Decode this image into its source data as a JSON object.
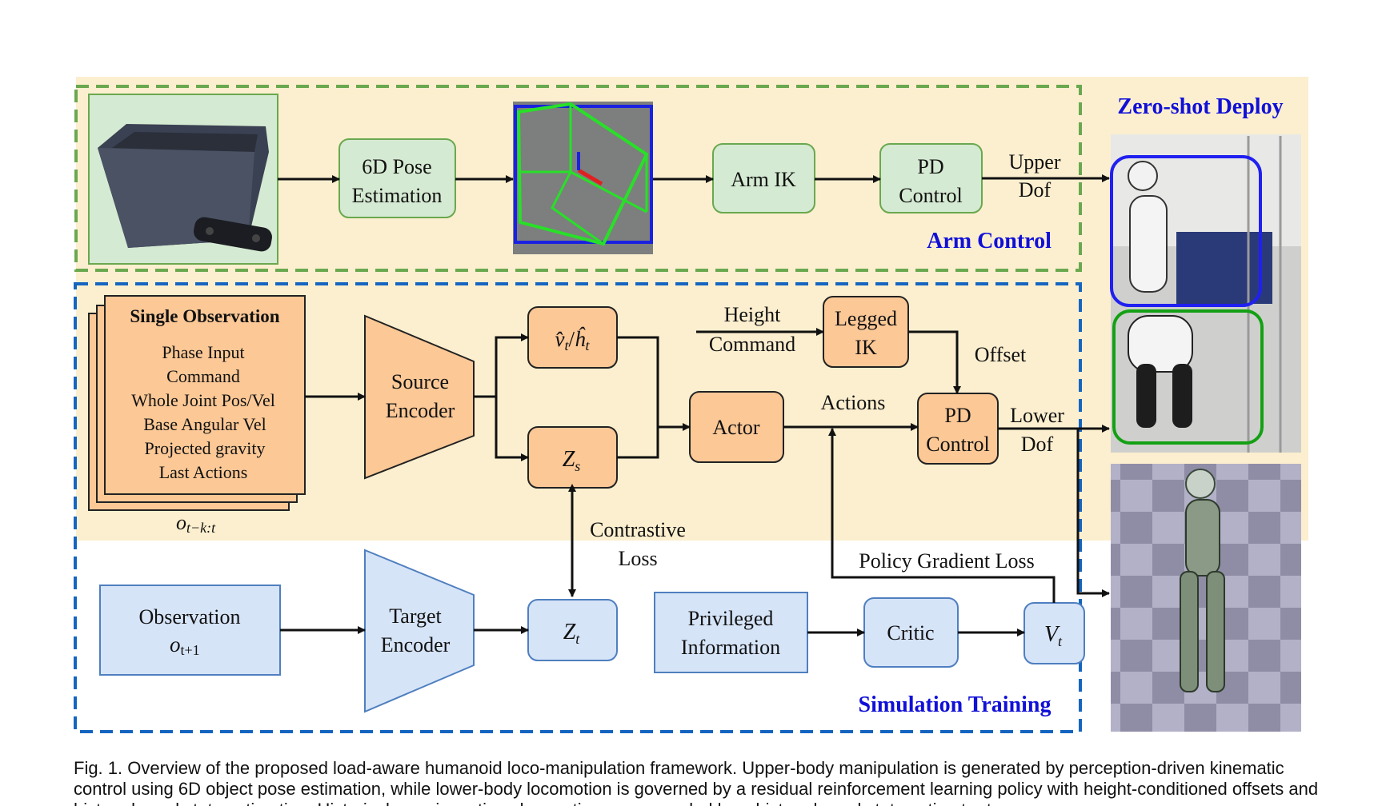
{
  "colors": {
    "panel_bg": "#fcefcf",
    "arm_border": "#6aa84f",
    "sim_border": "#1565c0",
    "green_box": "#d5ead2",
    "orange_box": "#fbc896",
    "blue_box": "#d6e4f8",
    "title_blue": "#1010d8"
  },
  "arm_section": {
    "title": "Arm Control",
    "pose_box": [
      "6D Pose",
      "Estimation"
    ],
    "arm_ik": "Arm IK",
    "pd_box": [
      "PD",
      "Control"
    ],
    "upper_dof": [
      "Upper",
      "Dof"
    ]
  },
  "deploy": {
    "title": "Zero-shot Deploy"
  },
  "policy_section": {
    "obs_title": "Single Observation",
    "obs_items": [
      "Phase Input",
      "Command",
      "Whole Joint Pos/Vel",
      "Base Angular Vel",
      "Projected gravity",
      "Last Actions"
    ],
    "obs_label": "o",
    "obs_sub": "t−k:t",
    "source_encoder": [
      "Source",
      "Encoder"
    ],
    "vh_pre": "v̂",
    "vh_t1": "t",
    "vh_mid": "/",
    "vh_h": "ĥ",
    "vh_t2": "t",
    "zs_main": "Z",
    "zs_sub": "s",
    "height_cmd": [
      "Height",
      "Command"
    ],
    "legged_ik": [
      "Legged",
      "IK"
    ],
    "offset": "Offset",
    "actor": "Actor",
    "actions": "Actions",
    "pd_box": [
      "PD",
      "Control"
    ],
    "lower_dof": [
      "Lower",
      "Dof"
    ]
  },
  "sim_section": {
    "title": "Simulation Training",
    "observation": "Observation",
    "obs_next": "o",
    "obs_next_sub": "t+1",
    "target_encoder": [
      "Target",
      "Encoder"
    ],
    "zt_main": "Z",
    "zt_sub": "t",
    "contrastive": [
      "Contrastive",
      "Loss"
    ],
    "privileged": [
      "Privileged",
      "Information"
    ],
    "critic": "Critic",
    "vt_main": "V",
    "vt_sub": "t",
    "pg_loss": "Policy Gradient Loss"
  },
  "caption": "Fig. 1.  Overview of the proposed load-aware humanoid loco-manipulation framework. Upper-body manipulation is generated by perception-driven kinematic control using 6D object pose estimation, while lower-body locomotion is governed by a residual reinforcement learning policy with height-conditioned offsets and history-based state estimation. Historical proprioceptive observations are encoded by a history-based state estimator to"
}
